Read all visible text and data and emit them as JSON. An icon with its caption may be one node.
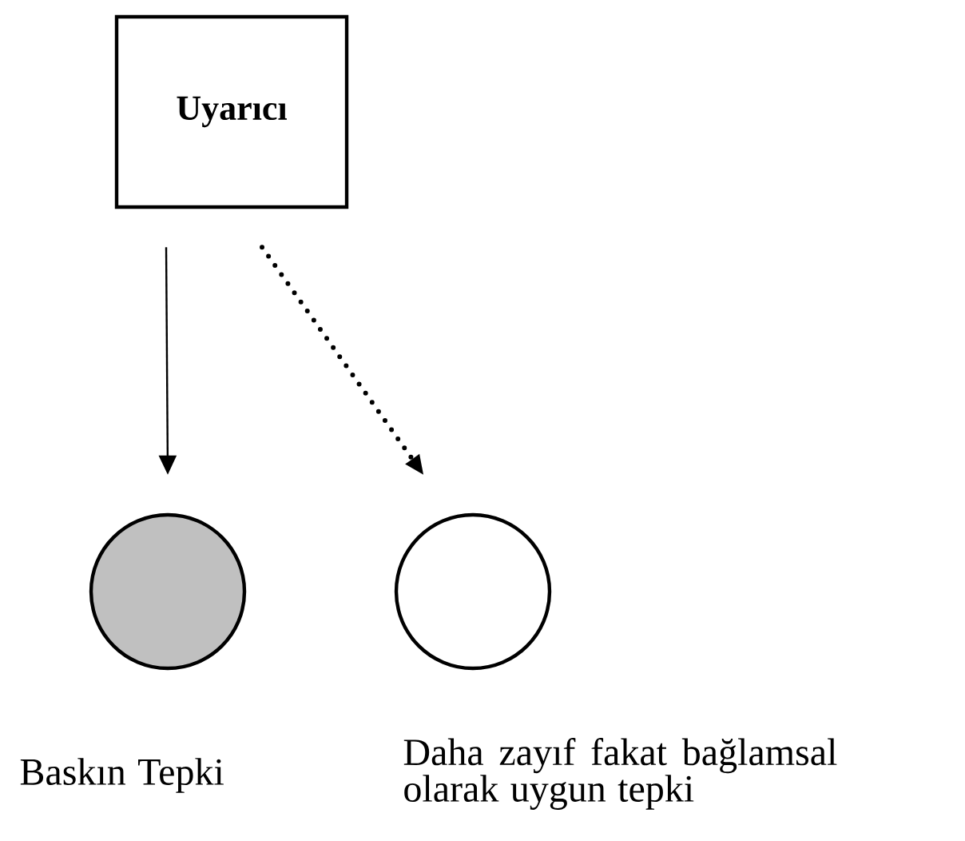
{
  "diagram": {
    "nodes": [
      {
        "text": [
          "Uyarıcı"
        ]
      },
      {
        "text": [],
        "shape": "circle",
        "beside": [
          "Baskın Tepki"
        ]
      },
      {
        "text": [],
        "shape": "circle",
        "beside": [
          "Daha zayıf fakat bağlamsal olarak uygun tepki"
        ]
      }
    ],
    "edges": [
      {
        "from": 0,
        "to": 1,
        "arrow": "to"
      },
      {
        "from": 0,
        "to": 2,
        "arrow": "to",
        "style": "dashed"
      }
    ]
  }
}
